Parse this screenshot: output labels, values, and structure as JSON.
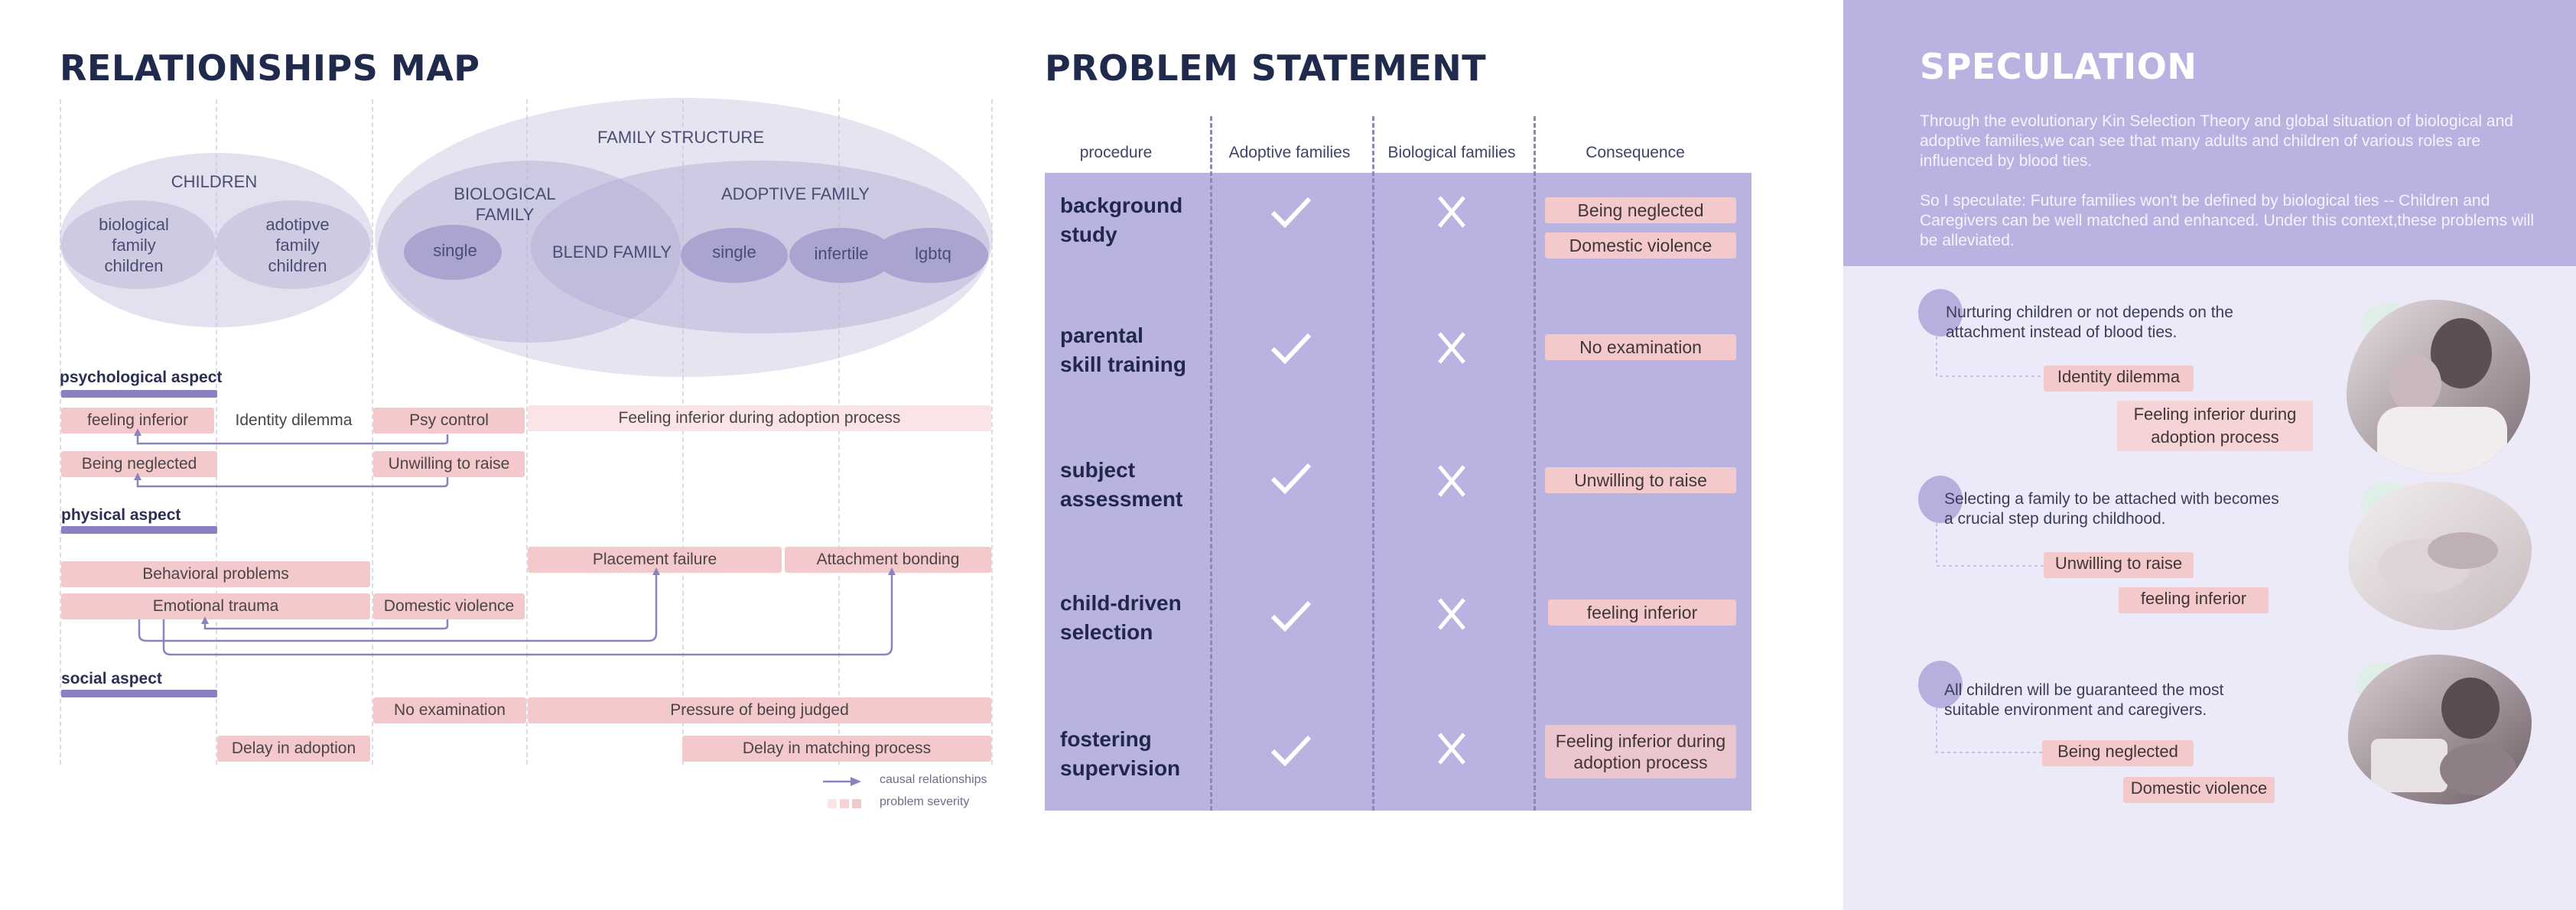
{
  "relmap": {
    "title": "RELATIONSHIPS MAP",
    "children_label": "CHILDREN",
    "bio_children": "biological\nfamily\nchildren",
    "adoptive_children": "adotipve\nfamily\nchildren",
    "family_structure": "FAMILY STRUCTURE",
    "biological_family": "BIOLOGICAL\nFAMILY",
    "adoptive_family": "ADOPTIVE FAMILY",
    "single_1": "single",
    "blend_family": "BLEND FAMILY",
    "single_2": "single",
    "infertile": "infertile",
    "lgbtq": "lgbtq",
    "psychological_aspect": "psychological aspect",
    "physical_aspect": "physical aspect",
    "social_aspect": "social aspect",
    "tags": {
      "feeling_inferior": "feeling inferior",
      "identity_dilemma": "Identity dilemma",
      "psy_control": "Psy control",
      "feeling_inferior_adoption": "Feeling inferior during adoption process",
      "being_neglected": "Being neglected",
      "unwilling_to_raise": "Unwilling to raise",
      "placement_failure": "Placement failure",
      "attachment_bonding": "Attachment bonding",
      "behavioral_problems": "Behavioral problems",
      "emotional_trauma": "Emotional trauma",
      "domestic_violence": "Domestic violence",
      "no_examination": "No examination",
      "pressure_judged": "Pressure of being judged",
      "delay_adoption": "Delay in adoption",
      "delay_matching": "Delay in matching process"
    },
    "legend": {
      "causal": "causal relationships",
      "severity": "problem severity"
    }
  },
  "problem": {
    "title": "PROBLEM STATEMENT",
    "headers": [
      "procedure",
      "Adoptive families",
      "Biological families",
      "Consequence"
    ],
    "rows": [
      {
        "procedure": "background\nstudy",
        "adoptive": "check",
        "biological": "cross",
        "consequences": [
          "Being neglected",
          "Domestic violence"
        ]
      },
      {
        "procedure": "parental\nskill training",
        "adoptive": "check",
        "biological": "cross",
        "consequences": [
          "No examination"
        ]
      },
      {
        "procedure": "subject\nassessment",
        "adoptive": "check",
        "biological": "cross",
        "consequences": [
          "Unwilling to raise"
        ]
      },
      {
        "procedure": "child-driven\nselection",
        "adoptive": "check",
        "biological": "cross",
        "consequences": [
          "feeling inferior"
        ]
      },
      {
        "procedure": "fostering\nsupervision",
        "adoptive": "check",
        "biological": "cross",
        "consequences": [
          "Feeling inferior during\nadoption process"
        ]
      }
    ]
  },
  "speculation": {
    "title": "SPECULATION",
    "para1": "Through the evolutionary Kin Selection Theory and global situation of biological and adoptive families,we can see that many adults and children of various roles are influenced by blood ties.",
    "para2": "So I speculate: Future families won't be defined by biological ties -- Children and Caregivers  can be well matched and enhanced. Under this context,these problems will be alleviated.",
    "items": [
      {
        "text": "Nurturing children or not depends on the\nattachment instead of blood ties.",
        "tags": [
          "Identity dilemma",
          "Feeling inferior during\nadoption process"
        ]
      },
      {
        "text": "Selecting a family to be attached with becomes\na crucial step during childhood.",
        "tags": [
          "Unwilling to raise",
          "feeling inferior"
        ]
      },
      {
        "text": "All children will be guaranteed the  most\nsuitable environment and caregivers.",
        "tags": [
          "Being neglected",
          "Domestic violence"
        ]
      }
    ]
  },
  "colors": {
    "accent": "#b9b3e2",
    "tag": "#f4c9cb",
    "tag_light": "#fbe4e5",
    "title": "#1f2a4d"
  }
}
